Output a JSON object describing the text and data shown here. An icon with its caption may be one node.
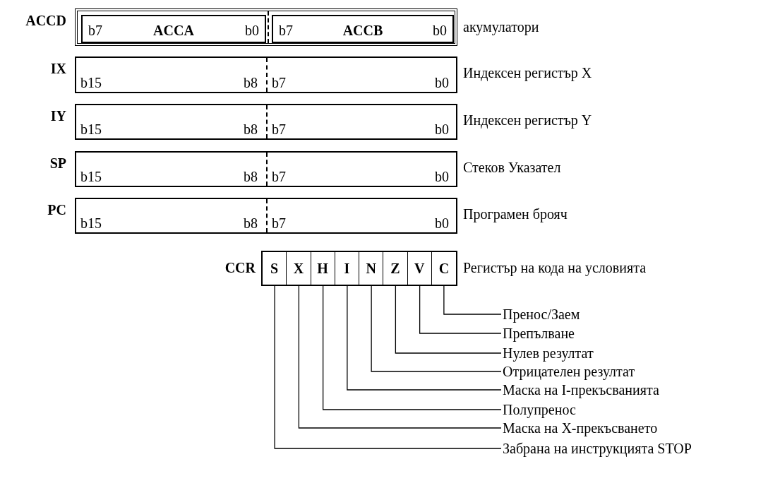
{
  "diagram": {
    "nodes": [
      {
        "text": [
          "ACCD"
        ],
        "beside": [
          "акумулатори"
        ]
      },
      {
        "text": [
          "b7",
          "ACCA",
          "b0"
        ],
        "in": 0
      },
      {
        "text": [
          "b7",
          "ACCB",
          "b0"
        ],
        "in": 0
      },
      {
        "text": [
          "IX",
          "b15",
          "b8",
          "b7",
          "b0"
        ],
        "beside": [
          "Индексен регистър X"
        ]
      },
      {
        "text": [
          "IY",
          "b15",
          "b8",
          "b7",
          "b0"
        ],
        "beside": [
          "Индексен регистър Y"
        ]
      },
      {
        "text": [
          "SP",
          "b15",
          "b8",
          "b7",
          "b0"
        ],
        "beside": [
          "Стеков Указател"
        ]
      },
      {
        "text": [
          "PC",
          "b15",
          "b8",
          "b7",
          "b0"
        ],
        "beside": [
          "Програмен брояч"
        ]
      },
      {
        "text": [
          "CCR"
        ],
        "beside": [
          "Регистър на кода на условията"
        ]
      },
      {
        "text": [
          "S"
        ],
        "in": 7
      },
      {
        "text": [
          "X"
        ],
        "in": 7
      },
      {
        "text": [
          "H"
        ],
        "in": 7
      },
      {
        "text": [
          "I"
        ],
        "in": 7
      },
      {
        "text": [
          "N"
        ],
        "in": 7
      },
      {
        "text": [
          "Z"
        ],
        "in": 7
      },
      {
        "text": [
          "V"
        ],
        "in": 7
      },
      {
        "text": [
          "C"
        ],
        "in": 7
      },
      {
        "text": [
          "Пренос/Заем"
        ]
      },
      {
        "text": [
          "Препълване"
        ]
      },
      {
        "text": [
          "Нулев резултат"
        ]
      },
      {
        "text": [
          "Отрицателен резултат"
        ]
      },
      {
        "text": [
          "Маска на I-прекъсванията"
        ]
      },
      {
        "text": [
          "Полупренос"
        ]
      },
      {
        "text": [
          "Маска на X-прекъсването"
        ]
      },
      {
        "text": [
          "Забрана на инструкцията STOP"
        ]
      }
    ],
    "edges": [
      {
        "from": 16,
        "to": 15,
        "arrow": "none"
      },
      {
        "from": 17,
        "to": 14,
        "arrow": "none"
      },
      {
        "from": 18,
        "to": 13,
        "arrow": "none"
      },
      {
        "from": 19,
        "to": 12,
        "arrow": "none"
      },
      {
        "from": 20,
        "to": 11,
        "arrow": "none"
      },
      {
        "from": 21,
        "to": 10,
        "arrow": "none"
      },
      {
        "from": 22,
        "to": 9,
        "arrow": "none"
      },
      {
        "from": 23,
        "to": 8,
        "arrow": "none"
      }
    ]
  }
}
